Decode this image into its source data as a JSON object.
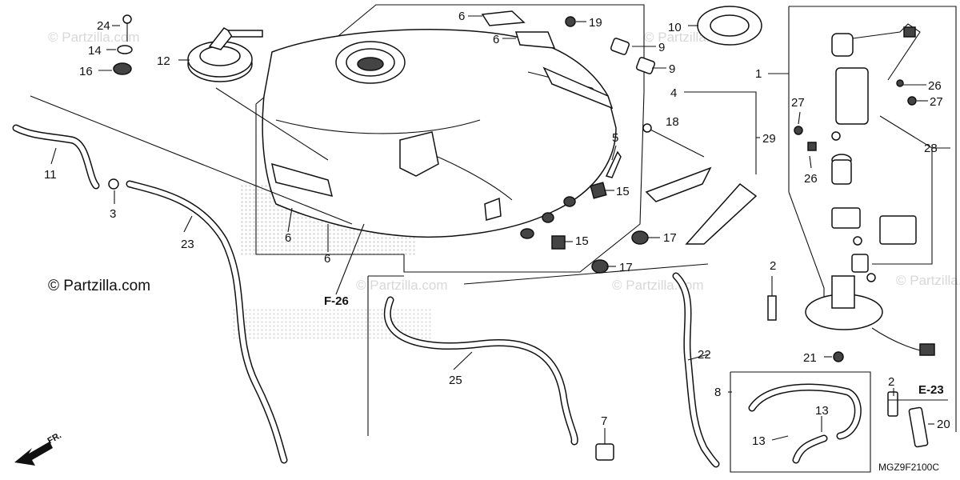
{
  "copyright": "© Partzilla.com",
  "watermark": "© Partzilla.com",
  "diagram_code": "MGZ9F2100C",
  "front_label": "FR.",
  "refs": {
    "f26": "F-26",
    "e23": "E-23"
  },
  "callouts": {
    "c1": "1",
    "c2a": "2",
    "c2b": "2",
    "c3": "3",
    "c4": "4",
    "c5": "5",
    "c6a": "6",
    "c6b": "6",
    "c6c": "6",
    "c6d": "6",
    "c7": "7",
    "c8": "8",
    "c9a": "9",
    "c9b": "9",
    "c10": "10",
    "c11": "11",
    "c12": "12",
    "c13a": "13",
    "c13b": "13",
    "c14": "14",
    "c15a": "15",
    "c15b": "15",
    "c16": "16",
    "c17a": "17",
    "c17b": "17",
    "c18": "18",
    "c19": "19",
    "c20": "20",
    "c21": "21",
    "c22": "22",
    "c23": "23",
    "c24": "24",
    "c25": "25",
    "c26a": "26",
    "c26b": "26",
    "c27a": "27",
    "c27b": "27",
    "c28": "28",
    "c29": "29"
  }
}
